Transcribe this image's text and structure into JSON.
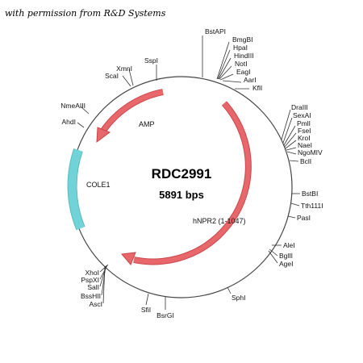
{
  "credit": "with permission from R&D Systems",
  "plasmid": {
    "name": "RDC2991",
    "size": "5891 bps"
  },
  "features": {
    "amp": "AMP",
    "cole1": "COLE1",
    "insert": "hNPR2 (1-1047)"
  },
  "sites": {
    "bstapi": "BstAPI",
    "bmgbi": "BmgBI",
    "hpai": "HpaI",
    "hindiii": "HindIII",
    "noti": "NotI",
    "eagi": "EagI",
    "aari": "AarI",
    "kfli": "KflI",
    "draiii": "DraIII",
    "sexai": "SexAI",
    "pmli": "PmlI",
    "fsei": "FseI",
    "kroi": "KroI",
    "naei": "NaeI",
    "ngomiv": "NgoMIV",
    "bcli": "BclI",
    "bstbi": "BstBI",
    "tth111i": "Tth111I",
    "pasi": "PasI",
    "alei": "AleI",
    "bglii": "BglII",
    "agei": "AgeI",
    "sphi": "SphI",
    "bsrgi": "BsrGI",
    "sfii": "SfiI",
    "asci": "AscI",
    "bsshii": "BssHII",
    "sali": "SalI",
    "pspxi": "PspXI",
    "xhoi": "XhoI",
    "ahdi": "AhdI",
    "nmeaiii": "NmeAIII",
    "scai": "ScaI",
    "xmni": "XmnI",
    "sspi": "SspI"
  },
  "colors": {
    "feature_arrow": "#e8676b",
    "origin": "#6fd3d8",
    "backbone": "#444444"
  }
}
